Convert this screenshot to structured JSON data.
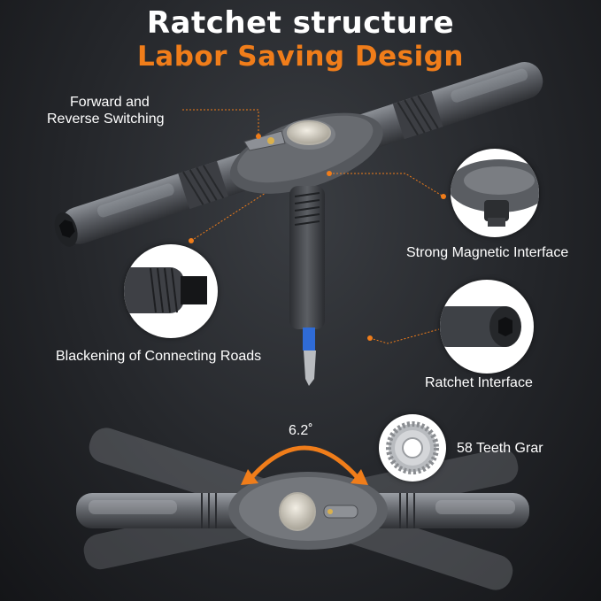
{
  "headline": "Ratchet structure",
  "subheadline": "Labor Saving Design",
  "labels": {
    "forward_line1": "Forward and",
    "forward_line2": "Reverse Switching",
    "magnetic": "Strong Magnetic Interface",
    "blackening": "Blackening of Connecting Roads",
    "ratchet": "Ratchet Interface",
    "teeth": "58 Teeth Grar",
    "angle": "6.2˚"
  },
  "colors": {
    "accent_orange": "#f07d1a",
    "callout_dot": "#f07d1a",
    "background_dark": "#1c1d20",
    "metal_gray": "#5b5e63"
  },
  "icons": [
    "rotation-arrow-icon",
    "gear-icon",
    "hex-bit-icon"
  ]
}
